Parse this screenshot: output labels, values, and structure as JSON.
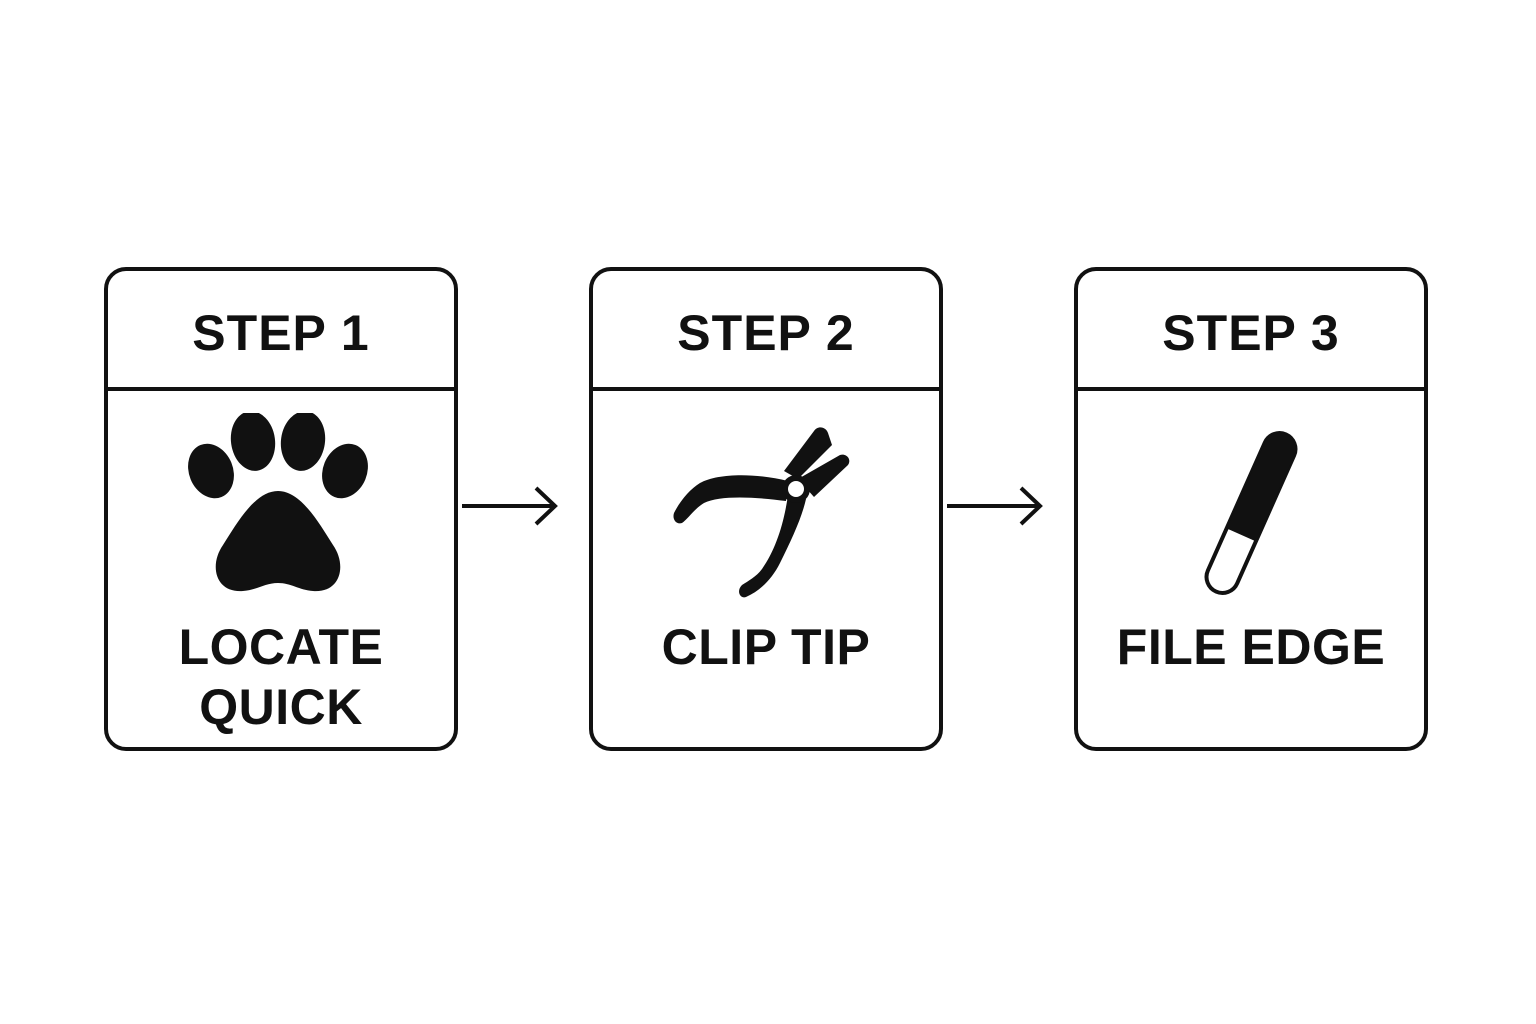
{
  "steps": [
    {
      "label": "STEP 1",
      "text": "LOCATE QUICK",
      "icon": "paw-icon"
    },
    {
      "label": "STEP 2",
      "text": "CLIP TIP",
      "icon": "nail-clipper-icon"
    },
    {
      "label": "STEP 3",
      "text": "FILE EDGE",
      "icon": "nail-file-icon"
    }
  ],
  "colors": {
    "stroke": "#111111",
    "background": "#ffffff"
  }
}
